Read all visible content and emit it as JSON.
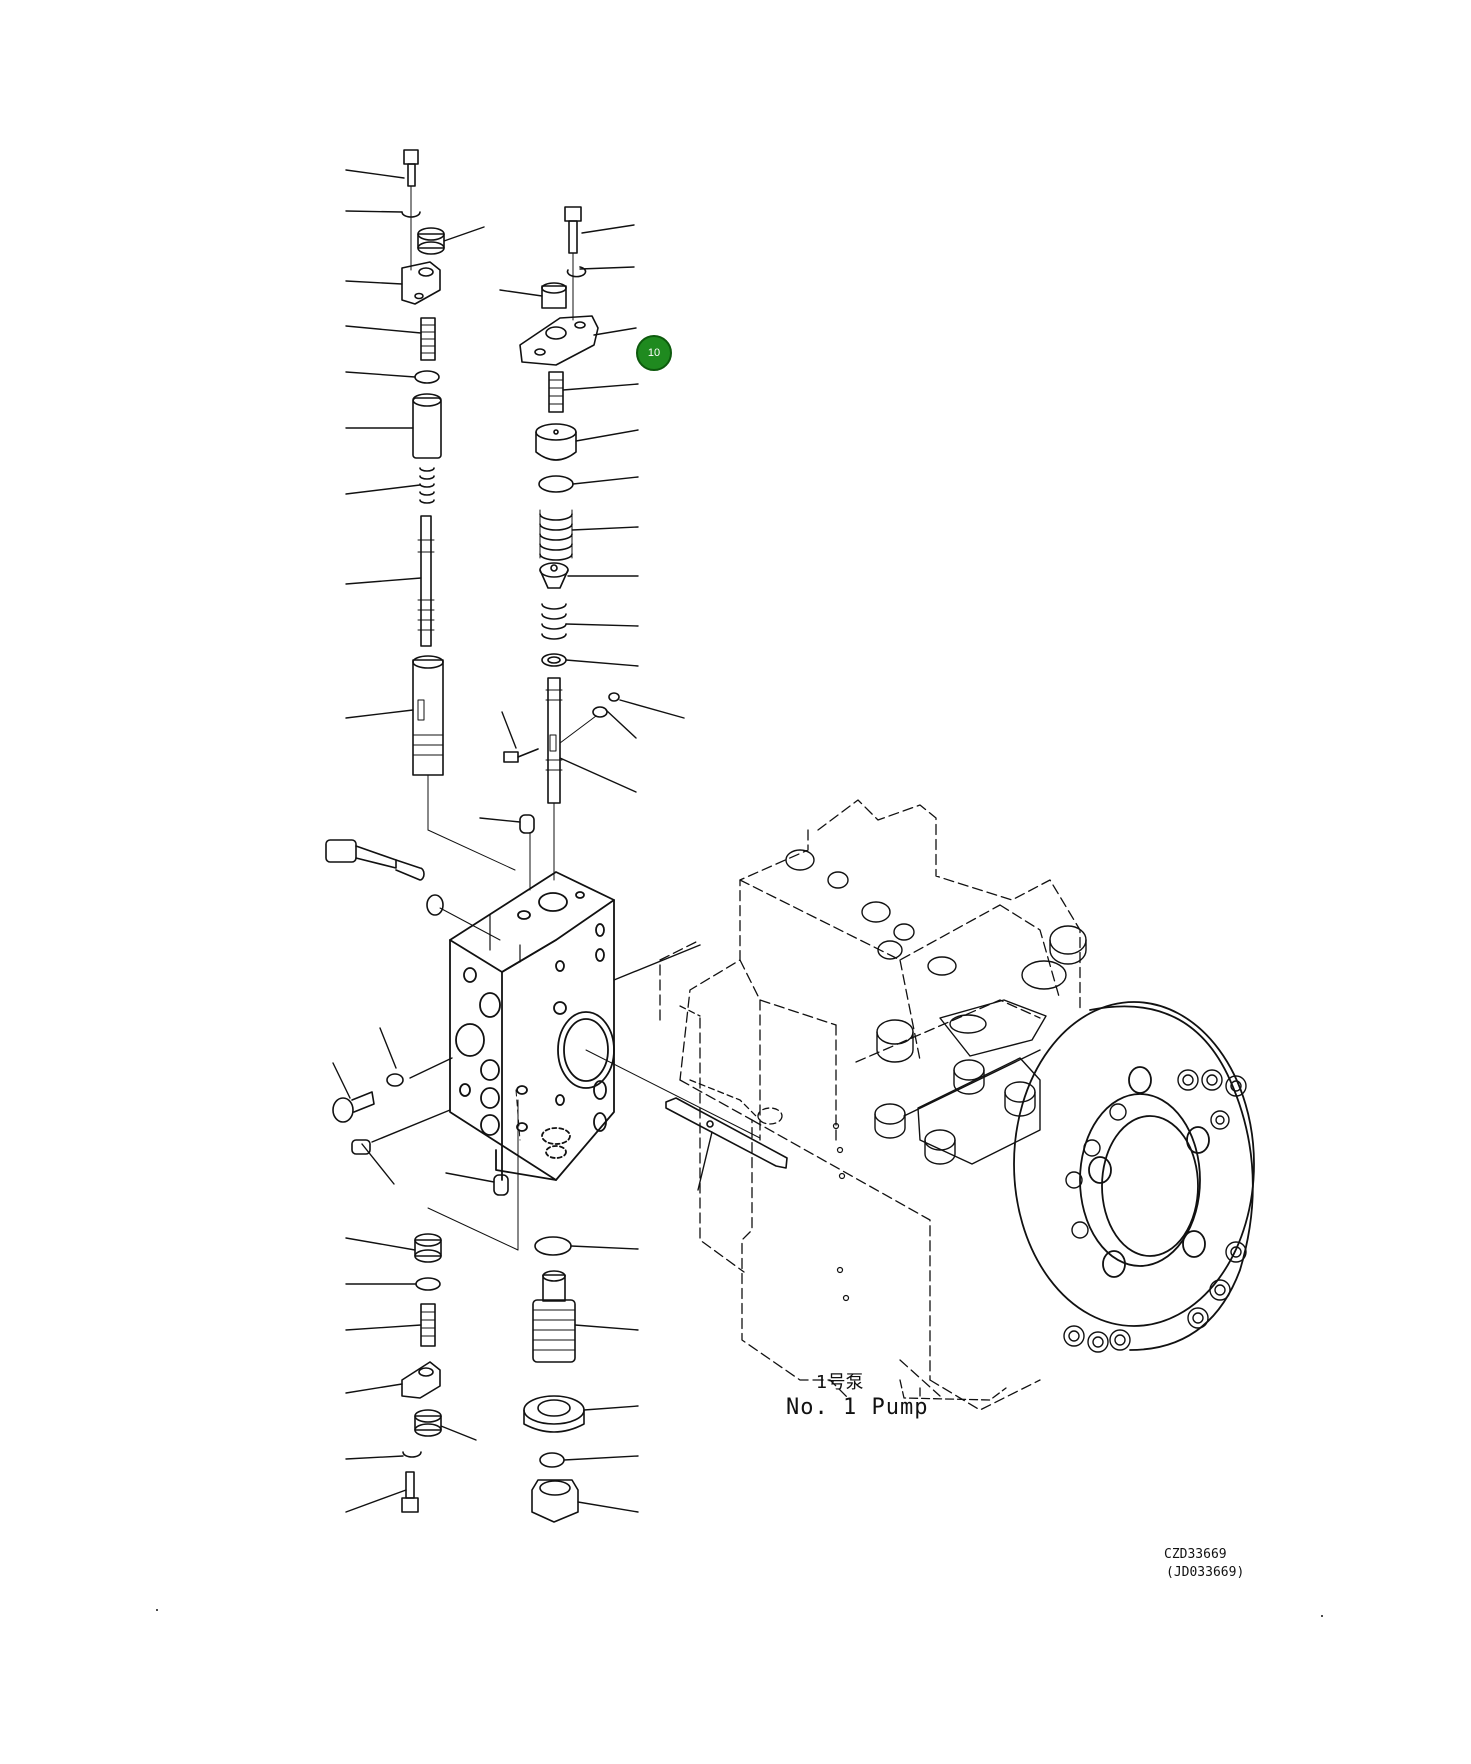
{
  "diagram": {
    "pump_label_cn": "1号泵",
    "pump_label_en": "No. 1 Pump",
    "drawing_code": "CZD33669",
    "drawing_code_alt": "(JD033669)"
  },
  "callout": {
    "number": "10",
    "color": "#1f8a1f"
  }
}
